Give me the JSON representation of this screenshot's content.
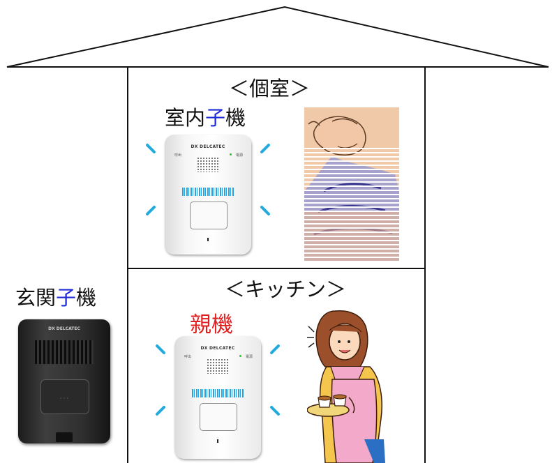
{
  "rooms": {
    "private_room": {
      "heading": "＜個室＞",
      "unit_label_pre": "室内",
      "unit_label_child": "子",
      "unit_label_post": "機"
    },
    "kitchen": {
      "heading": "＜キッチン＞",
      "unit_label": "親機"
    }
  },
  "entrance": {
    "label_pre": "玄関",
    "label_child": "子",
    "label_post": "機"
  },
  "devices": {
    "brand": "DX DELCATEC",
    "indoor_left_mark": "呼出",
    "indoor_right_mark": "電源"
  },
  "colors": {
    "accent_blue": "#1f2bd6",
    "parent_red": "#e02020",
    "signal_cyan": "#22aadd"
  },
  "icons": [
    "roof-icon",
    "intercom-icon",
    "sleeping-elder-icon",
    "woman-serving-tea-icon"
  ]
}
